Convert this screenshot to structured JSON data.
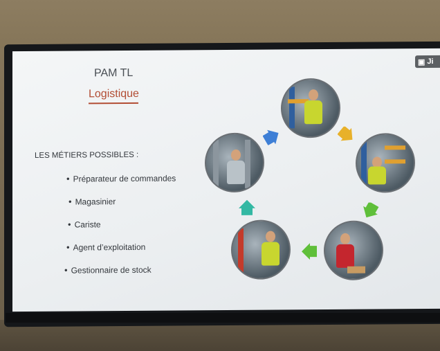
{
  "slide": {
    "title": "PAM TL",
    "subtitle": "Logistique",
    "section_heading": "LES MÉTIERS POSSIBLES :",
    "jobs": [
      "Préparateur de commandes",
      "Magasinier",
      "Cariste",
      "Agent d’exploitation",
      "Gestionnaire de stock"
    ],
    "badge": "Ji"
  },
  "colors": {
    "subtitle": "#b24d34",
    "arrow_yellow": "#e8b12a",
    "arrow_green": "#5fbf3a",
    "arrow_teal": "#33b8a3",
    "arrow_blue": "#3e7fd6"
  }
}
